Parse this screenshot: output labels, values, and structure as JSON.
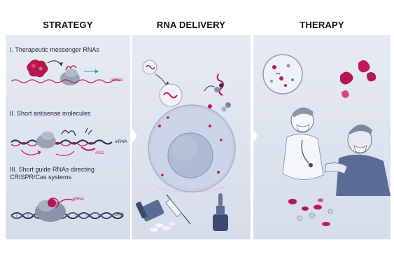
{
  "columns": {
    "strategy": "STRATEGY",
    "delivery": "RNA DELIVERY",
    "therapy": "THERAPY"
  },
  "strategy": {
    "item1": "I. Therapeutic messenger RNAs",
    "item2": "II. Short antisense molecules",
    "item3_line1": "III. Short guide RNAs directing",
    "item3_line2": "CRISPR/Cas systems",
    "mrna_label_1": "mRNA",
    "mrna_label_2": "mRNA",
    "aso_label": "ASO",
    "grna_label": "gRNA",
    "dna_label": "DNA"
  },
  "colors": {
    "panel_bg": "#dde3ee",
    "accent_rna": "#c2185b",
    "strand_dark": "#2c3550",
    "protein": "#9aa3b5",
    "cell": "#c8d2e4"
  }
}
